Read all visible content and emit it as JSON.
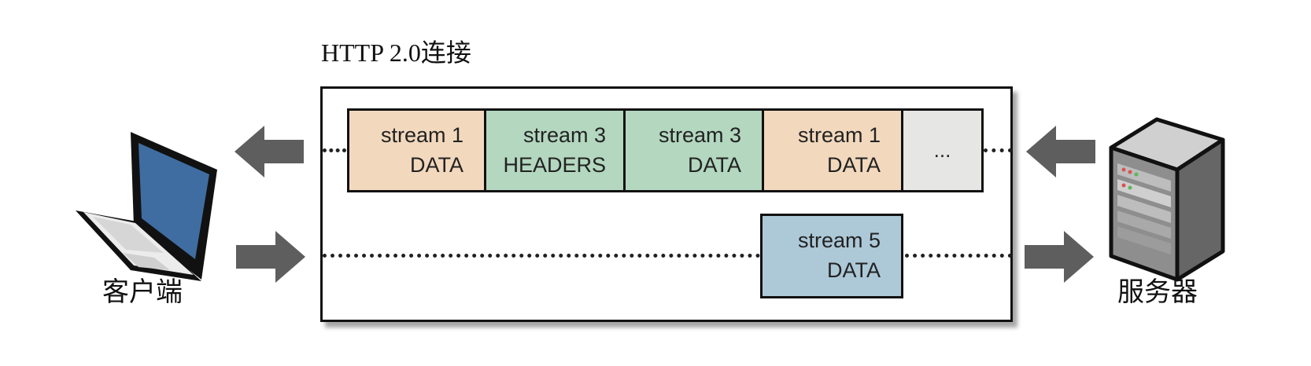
{
  "connection": {
    "title": "HTTP 2.0连接"
  },
  "frames_top": [
    {
      "line1": "stream 1",
      "line2": "DATA",
      "color": "#f2d8bd"
    },
    {
      "line1": "stream 3",
      "line2": "HEADERS",
      "color": "#b3d7bf"
    },
    {
      "line1": "stream 3",
      "line2": "DATA",
      "color": "#b3d7bf"
    },
    {
      "line1": "stream 1",
      "line2": "DATA",
      "color": "#f2d8bd"
    }
  ],
  "frame_more": {
    "label": "...",
    "color": "#e6e6e4"
  },
  "frame_bottom": {
    "line1": "stream 5",
    "line2": "DATA",
    "color": "#adc9d8"
  },
  "client": {
    "label": "客户端",
    "icon": "laptop-icon"
  },
  "server": {
    "label": "服务器",
    "icon": "server-icon"
  },
  "arrows": {
    "color": "#5e5e5e"
  }
}
